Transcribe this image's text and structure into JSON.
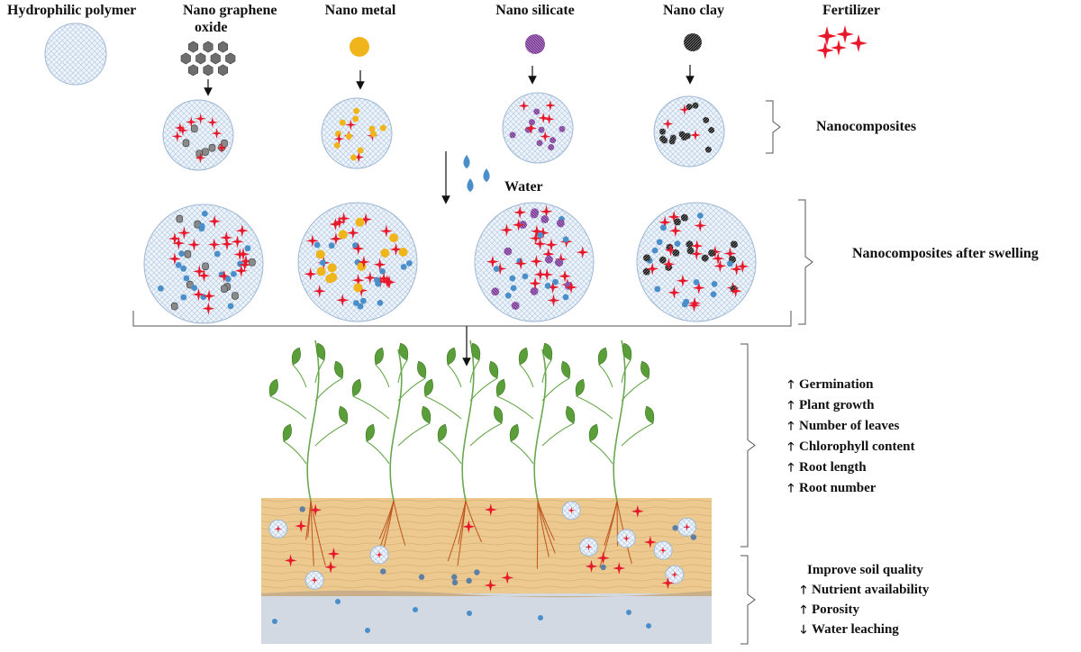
{
  "labels": {
    "hydrophilic_polymer": "Hydrophilic polymer",
    "nano_graphene_oxide_line1": "Nano  graphene",
    "nano_graphene_oxide_line2": "oxide",
    "nano_metal": "Nano metal",
    "nano_silicate": "Nano silicate",
    "nano_clay": "Nano clay",
    "fertilizer": "Fertilizer",
    "nanocomposites": "Nanocomposites",
    "water": "Water",
    "nanocomposites_after_swelling": "Nanocomposites after swelling"
  },
  "plant_effects": [
    {
      "arrow": "up",
      "text": "Germination"
    },
    {
      "arrow": "up",
      "text": "Plant growth"
    },
    {
      "arrow": "up",
      "text": "Number of leaves"
    },
    {
      "arrow": "up",
      "text": "Chlorophyll content"
    },
    {
      "arrow": "up",
      "text": "Root length"
    },
    {
      "arrow": "up",
      "text": "Root number"
    }
  ],
  "soil": {
    "title": "Improve soil quality",
    "effects": [
      {
        "arrow": "up",
        "text": "Nutrient availability"
      },
      {
        "arrow": "up",
        "text": "Porosity"
      },
      {
        "arrow": "down",
        "text": "Water leaching"
      }
    ]
  },
  "colors": {
    "fertilizer_star": "#e8182b",
    "water_drop": "#4a8fc9",
    "nano_metal": "#f1b51c",
    "nano_silicate": "#7b3a96",
    "nano_clay": "#1a1a1a",
    "graphene": "#707070",
    "leaf": "#5a9e3a",
    "soil_top": "#e9c48a",
    "soil_bottom": "#d2d9e2"
  }
}
